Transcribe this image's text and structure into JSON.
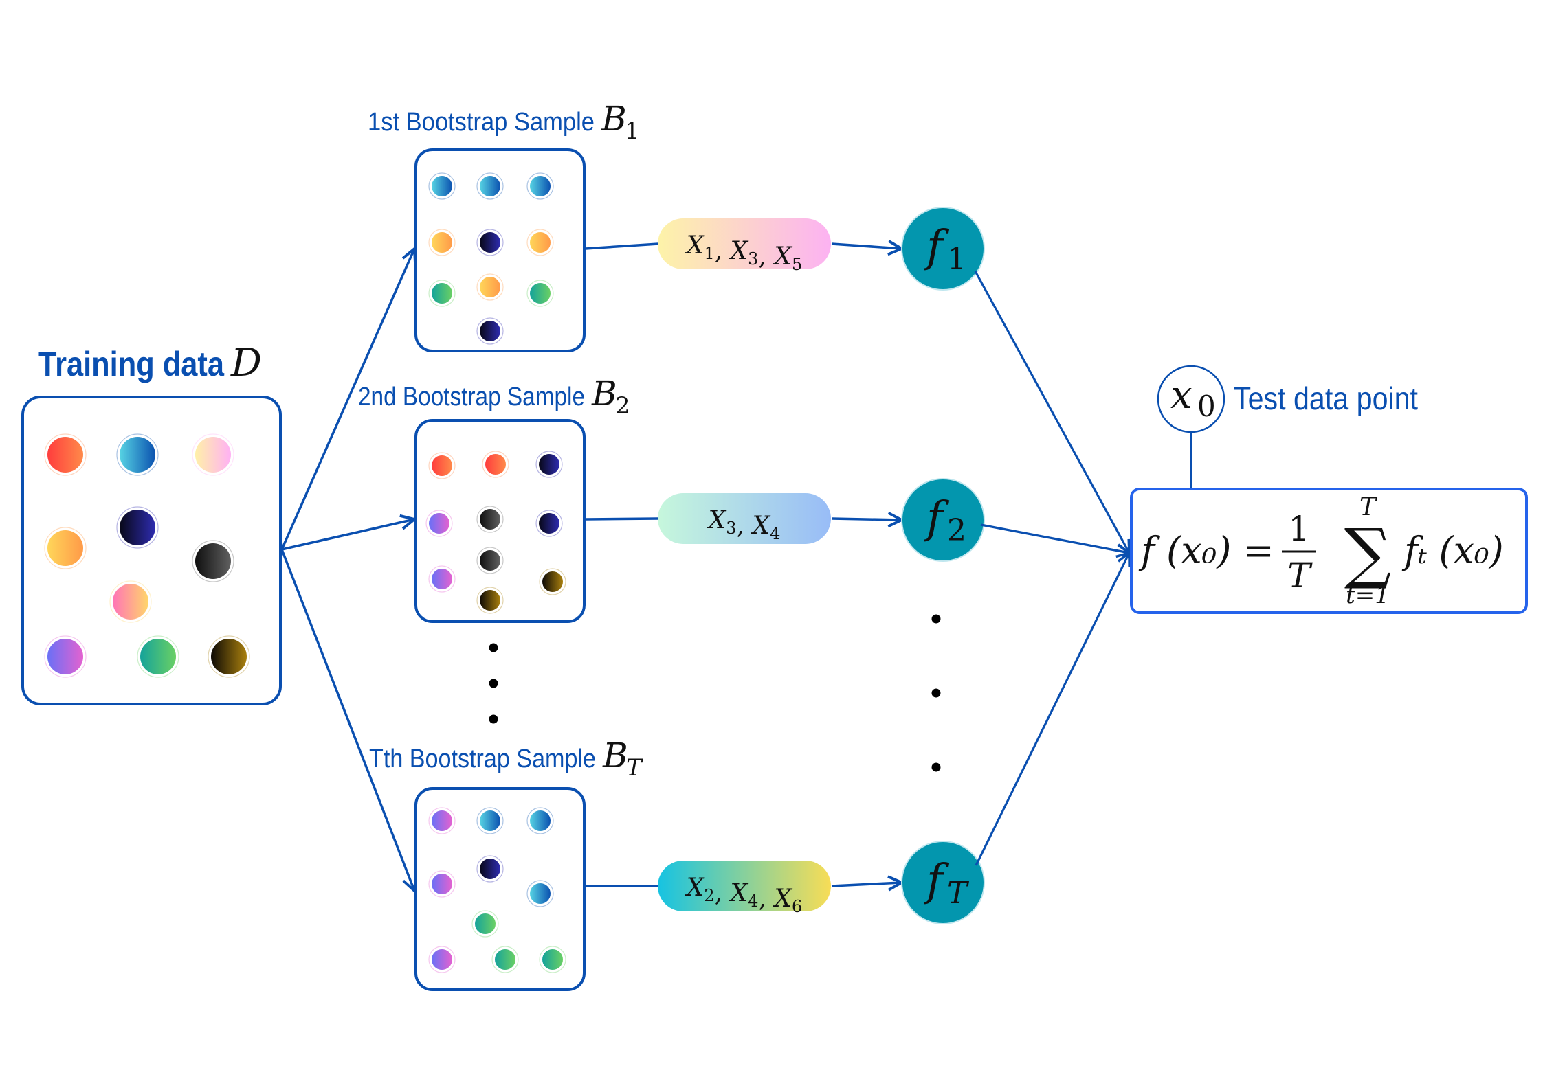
{
  "colors": {
    "accent": "#0a4fb0",
    "formula_border": "#2563eb",
    "model_fill": "#0396ae",
    "text_dark": "#111111"
  },
  "training": {
    "label": "Training data",
    "symbol": "D",
    "points": [
      "red",
      "blue",
      "peach",
      "orange",
      "navy",
      "black",
      "pink",
      "purple",
      "green",
      "brown"
    ]
  },
  "samples": [
    {
      "label": "1st Bootstrap Sample",
      "symbol": "B",
      "subscript": "1",
      "points": [
        "blue",
        "blue",
        "blue",
        "orange",
        "navy",
        "orange",
        "green",
        "orange",
        "green",
        "navy"
      ],
      "features": {
        "items": [
          {
            "var": "X",
            "sub": "1"
          },
          {
            "var": "X",
            "sub": "3"
          },
          {
            "var": "X",
            "sub": "5"
          }
        ],
        "gradient": [
          "#fdf3a8",
          "#fcb2f2"
        ]
      },
      "model": {
        "symbol": "f",
        "subscript": "1"
      }
    },
    {
      "label": "2nd Bootstrap Sample",
      "symbol": "B",
      "subscript": "2",
      "points": [
        "red",
        "red",
        "navy",
        "purple",
        "black",
        "navy",
        "black",
        "purple",
        "brown",
        "brown"
      ],
      "features": {
        "items": [
          {
            "var": "X",
            "sub": "3"
          },
          {
            "var": "X",
            "sub": "4"
          }
        ],
        "gradient": [
          "#c6f7dc",
          "#98bcf7"
        ]
      },
      "model": {
        "symbol": "f",
        "subscript": "2"
      }
    },
    {
      "label": "Tth Bootstrap Sample",
      "symbol": "B",
      "subscript": "T",
      "points": [
        "purple",
        "blue",
        "blue",
        "purple",
        "navy",
        "blue",
        "green",
        "purple",
        "green",
        "green"
      ],
      "features": {
        "items": [
          {
            "var": "X",
            "sub": "2"
          },
          {
            "var": "X",
            "sub": "4"
          },
          {
            "var": "X",
            "sub": "6"
          }
        ],
        "gradient": [
          "#16c3e2",
          "#f8dd56"
        ]
      },
      "model": {
        "symbol": "f",
        "subscript": "T"
      }
    }
  ],
  "ellipsis": "⋮",
  "test_point": {
    "symbol": "x",
    "subscript": "0",
    "label": "Test data point"
  },
  "formula": {
    "lhs": "f (x₀) =",
    "frac_num": "1",
    "frac_den": "T",
    "sum": "∑",
    "sum_upper": "T",
    "sum_lower": "t=1",
    "rhs": "fₜ (x₀)"
  },
  "palette": {
    "red": [
      "#ff3d3d",
      "#ff8a4a"
    ],
    "blue": [
      "#57d3e3",
      "#0b52b0"
    ],
    "peach": [
      "#fff0a8",
      "#ffb1f4"
    ],
    "orange": [
      "#ffd65a",
      "#ff9a48"
    ],
    "navy": [
      "#080818",
      "#2e2cb0"
    ],
    "black": [
      "#0f0f0f",
      "#606060"
    ],
    "pink": [
      "#ff74b6",
      "#ffd66a"
    ],
    "purple": [
      "#6a70f6",
      "#e462d0"
    ],
    "green": [
      "#15a39a",
      "#6ad064"
    ],
    "brown": [
      "#0e0a05",
      "#a9800e"
    ]
  }
}
